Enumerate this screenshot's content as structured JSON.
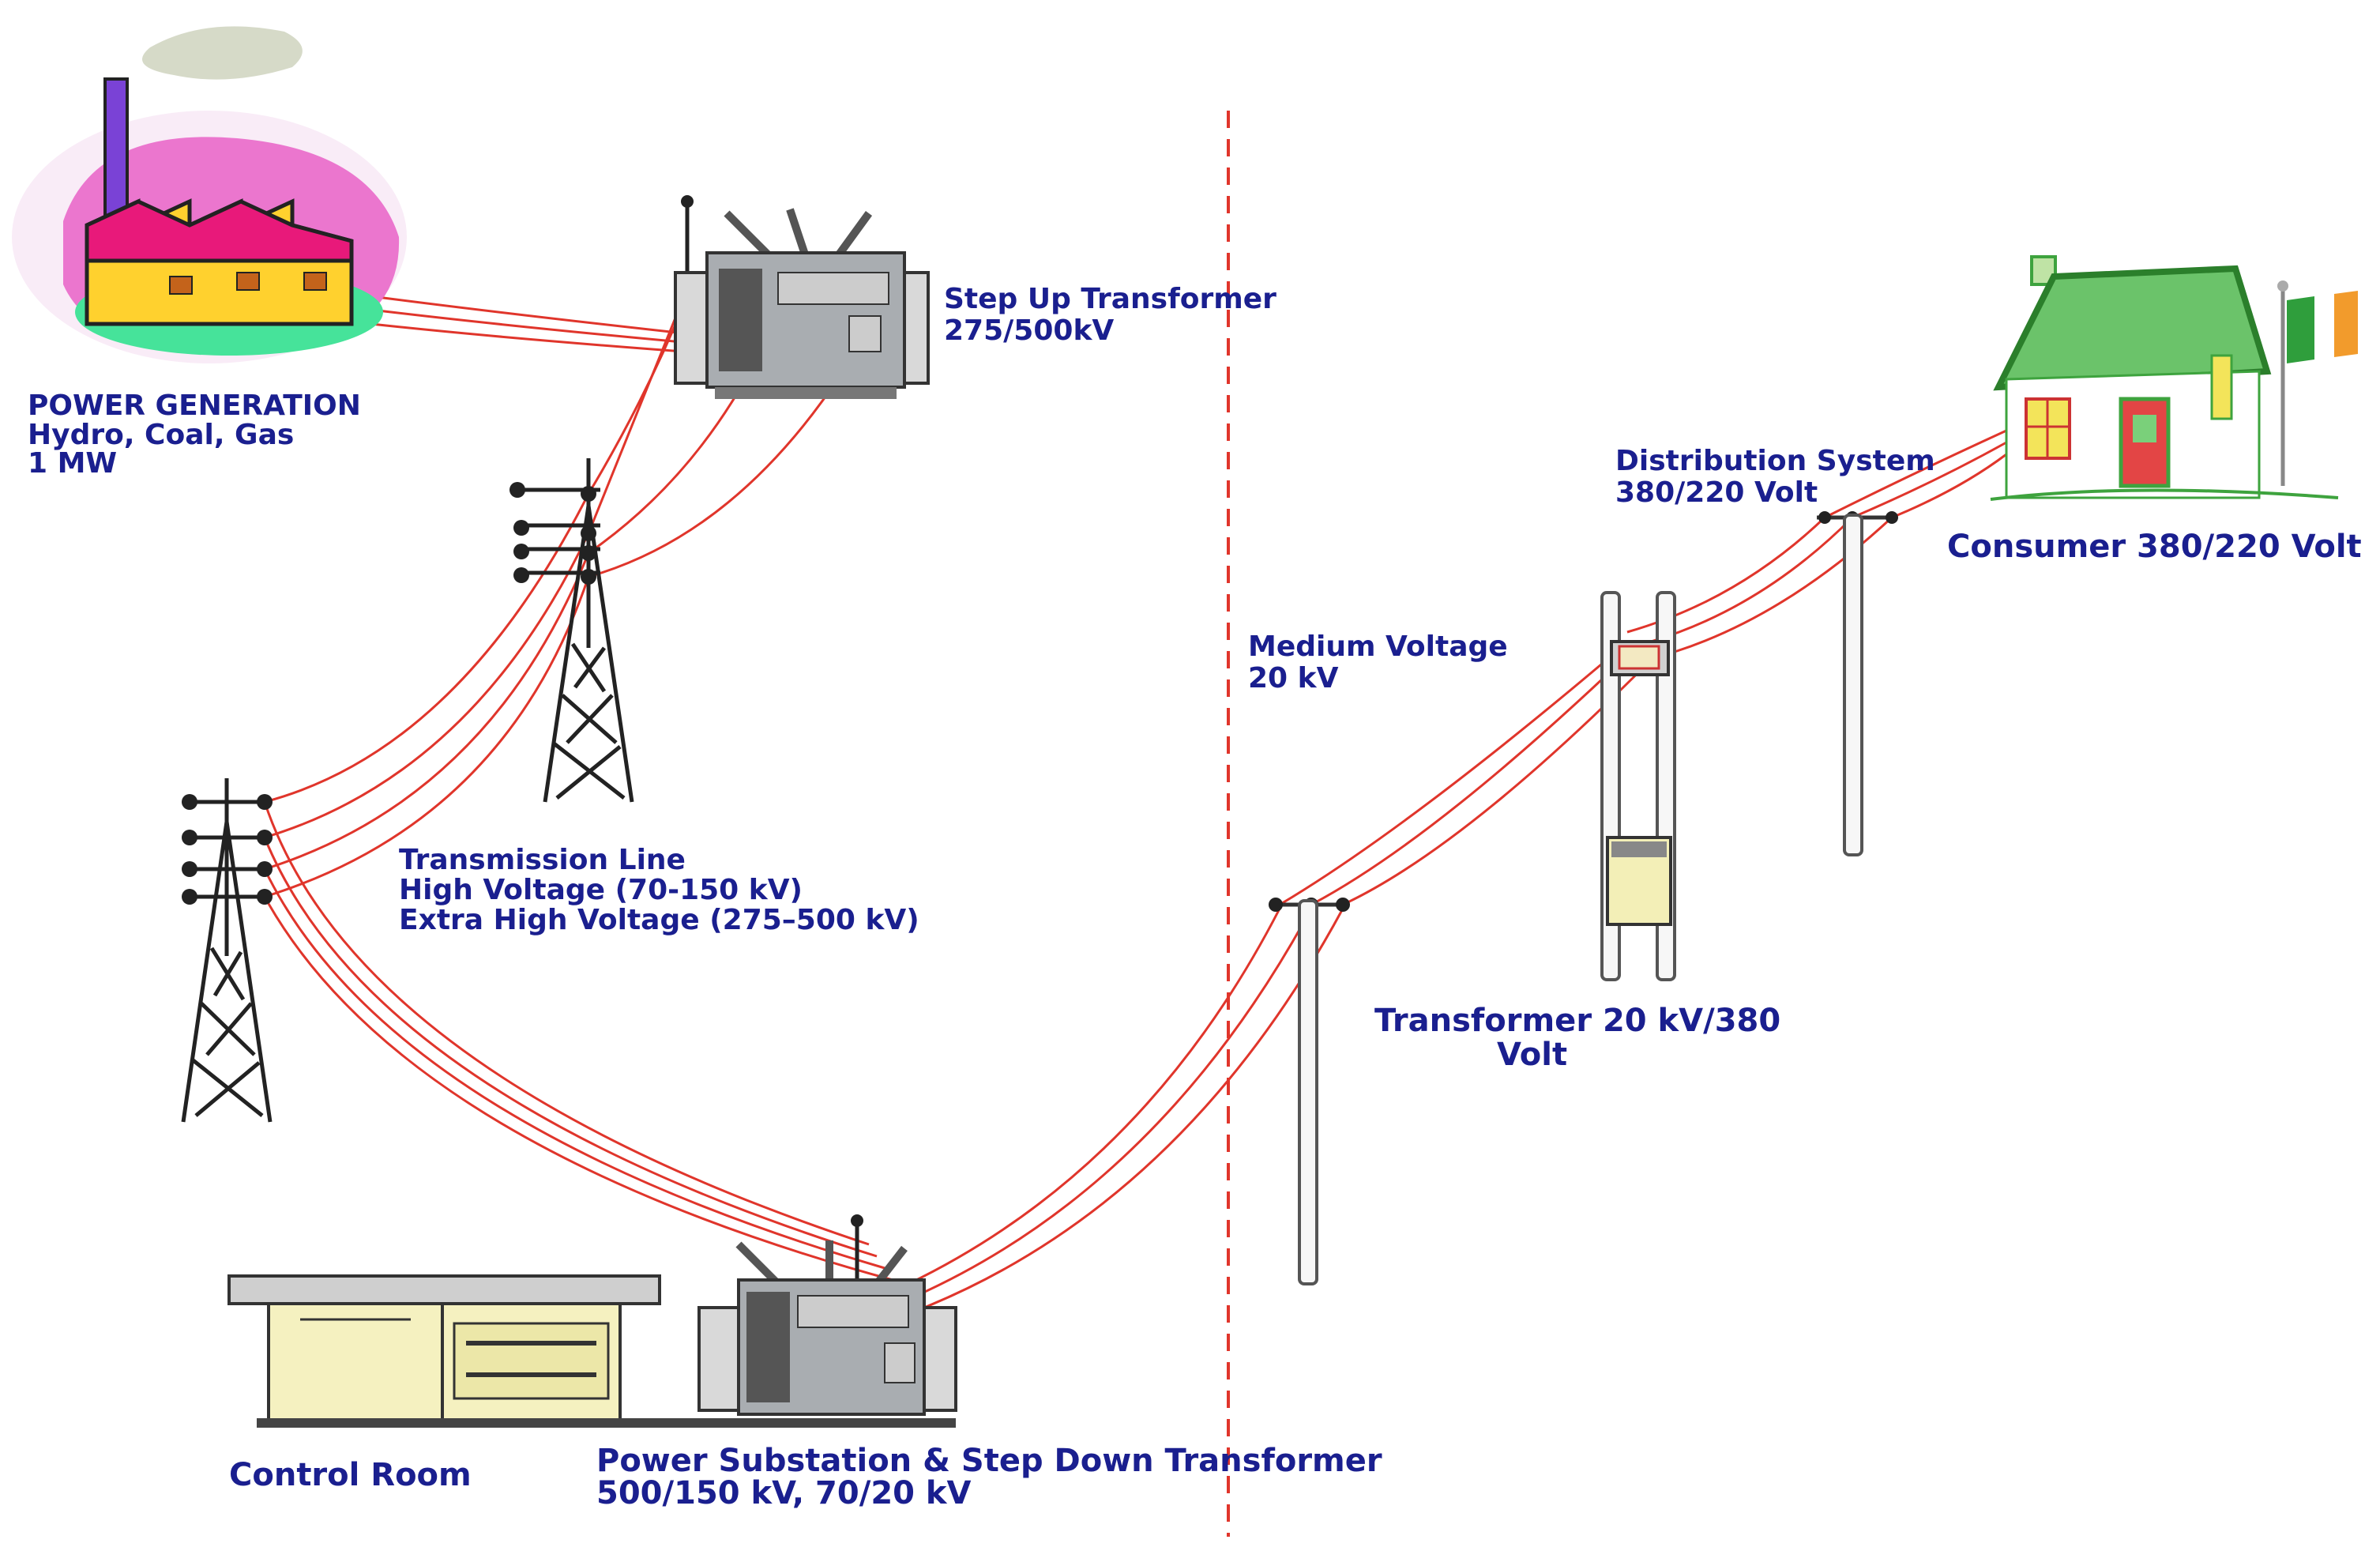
{
  "labels": {
    "power_generation": {
      "line1": "POWER GENERATION",
      "line2": "Hydro, Coal, Gas",
      "line3": "1 MW"
    },
    "step_up": {
      "line1": "Step Up Transformer",
      "line2": "275/500kV"
    },
    "transmission": {
      "line1": "Transmission Line",
      "line2": "High Voltage (70-150 kV)",
      "line3": "Extra High Voltage (275–500 kV)"
    },
    "medium_voltage": {
      "line1": "Medium Voltage",
      "line2": "20 kV"
    },
    "distribution": {
      "line1": "Distribution System",
      "line2": "380/220 Volt"
    },
    "consumer": {
      "line1": "Consumer 380/220 Volt"
    },
    "pole_transformer": {
      "line1": "Transformer 20 kV/380",
      "line2": "Volt"
    },
    "control_room": {
      "line1": "Control Room"
    },
    "substation": {
      "line1": "Power Substation & Step Down Transformer",
      "line2": "500/150 kV, 70/20 kV"
    }
  },
  "colors": {
    "label_text": "#1a1f8f",
    "wire": "#e0352b",
    "divider": "#e0352b",
    "house_roof": "#3ea33e",
    "factory": "#e8197a"
  },
  "icons": [
    "factory-icon",
    "transformer-icon",
    "pylon-icon",
    "pole-icon",
    "house-icon",
    "flag-icon",
    "control-room-icon"
  ]
}
